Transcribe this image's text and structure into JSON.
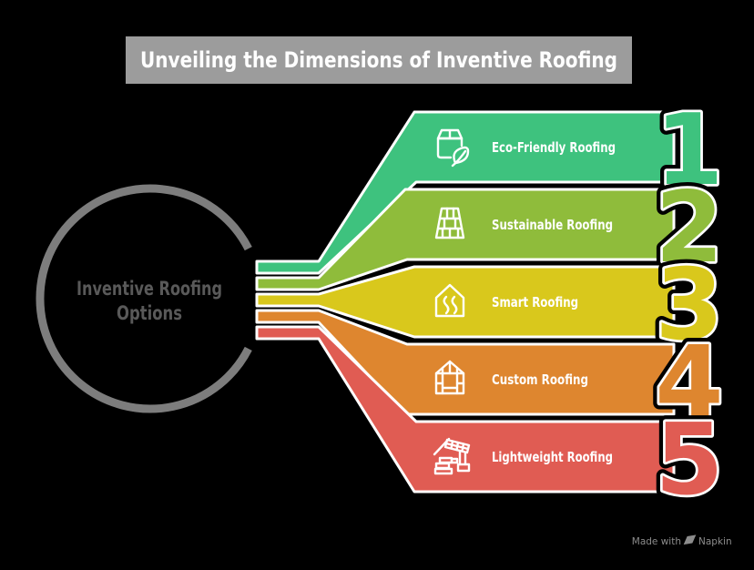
{
  "background": "#000000",
  "title": {
    "text": "Unveiling the Dimensions of Inventive Roofing",
    "bg_color": "#9c9c9c",
    "text_color": "#ffffff"
  },
  "center_node": {
    "line1": "Inventive Roofing",
    "line2": "Options",
    "ring_color": "#7d7d7d",
    "text_color": "#595959"
  },
  "items": [
    {
      "number": "1",
      "label": "Eco-Friendly Roofing",
      "color": "#3ec27e",
      "icon": "eco-package-leaf-icon"
    },
    {
      "number": "2",
      "label": "Sustainable Roofing",
      "color": "#8fbc3b",
      "icon": "roof-tiles-icon"
    },
    {
      "number": "3",
      "label": "Smart Roofing",
      "color": "#d9c81c",
      "icon": "smart-house-heat-icon"
    },
    {
      "number": "4",
      "label": "Custom Roofing",
      "color": "#de862f",
      "icon": "greenhouse-frame-icon"
    },
    {
      "number": "5",
      "label": "Lightweight Roofing",
      "color": "#e05c53",
      "icon": "house-construction-icon"
    }
  ],
  "watermark": {
    "prefix": "Made with",
    "brand": "Napkin",
    "icon": "napkin-logo-icon",
    "color": "#8c8c8c"
  }
}
